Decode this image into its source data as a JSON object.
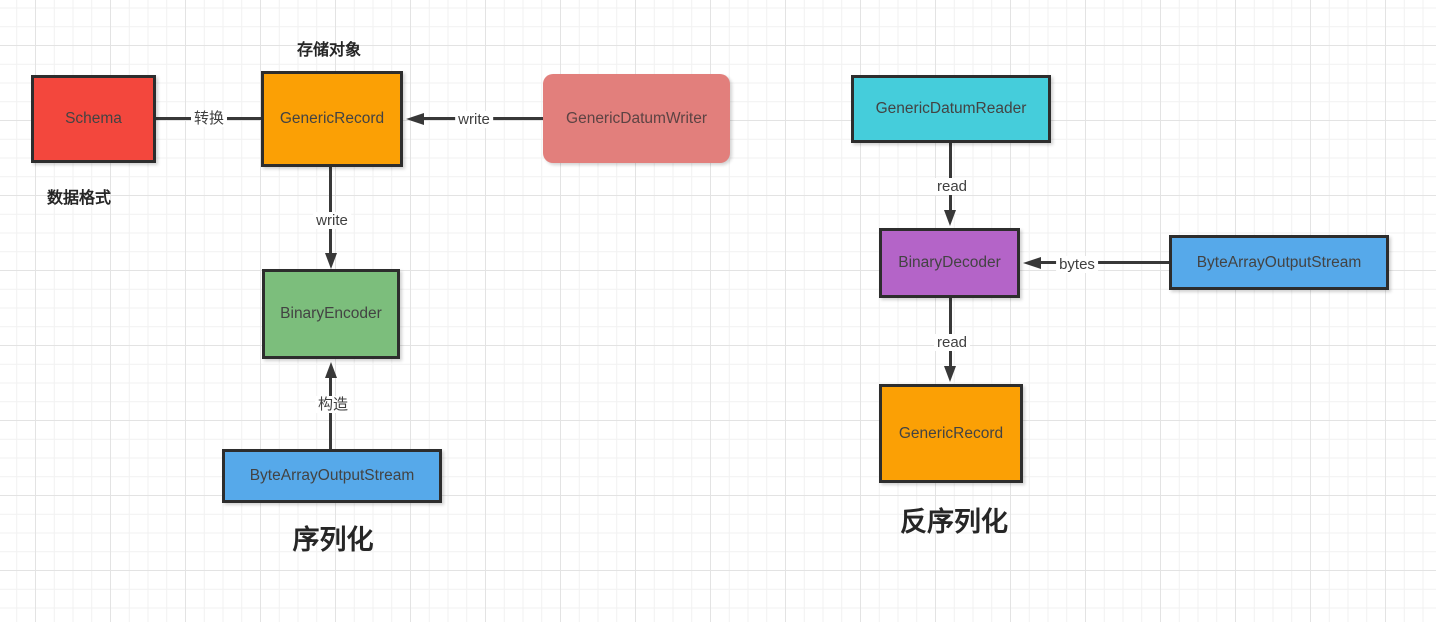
{
  "titles": {
    "serialize": "序列化",
    "deserialize": "反序列化"
  },
  "annotations": {
    "store_object": "存储对象",
    "data_format": "数据格式"
  },
  "nodes": {
    "schema": "Schema",
    "generic_record_left": "GenericRecord",
    "generic_datum_writer": "GenericDatumWriter",
    "binary_encoder": "BinaryEncoder",
    "byte_array_output_stream_left": "ByteArrayOutputStream",
    "generic_datum_reader": "GenericDatumReader",
    "binary_decoder": "BinaryDecoder",
    "byte_array_output_stream_right": "ByteArrayOutputStream",
    "generic_record_right": "GenericRecord"
  },
  "edges": {
    "convert": "转换",
    "write_to_record": "write",
    "write_to_encoder": "write",
    "construct": "构造",
    "read_to_decoder": "read",
    "bytes": "bytes",
    "read_to_record": "read"
  },
  "theme": {
    "red": "#F3473D",
    "orange": "#FBA005",
    "salmon": "#E27F7C",
    "green": "#7CBE7C",
    "blue": "#56A9EA",
    "cyan": "#45CDDB",
    "purple": "#B464C8",
    "stroke": "#2D2D2D",
    "line": "#383838"
  }
}
